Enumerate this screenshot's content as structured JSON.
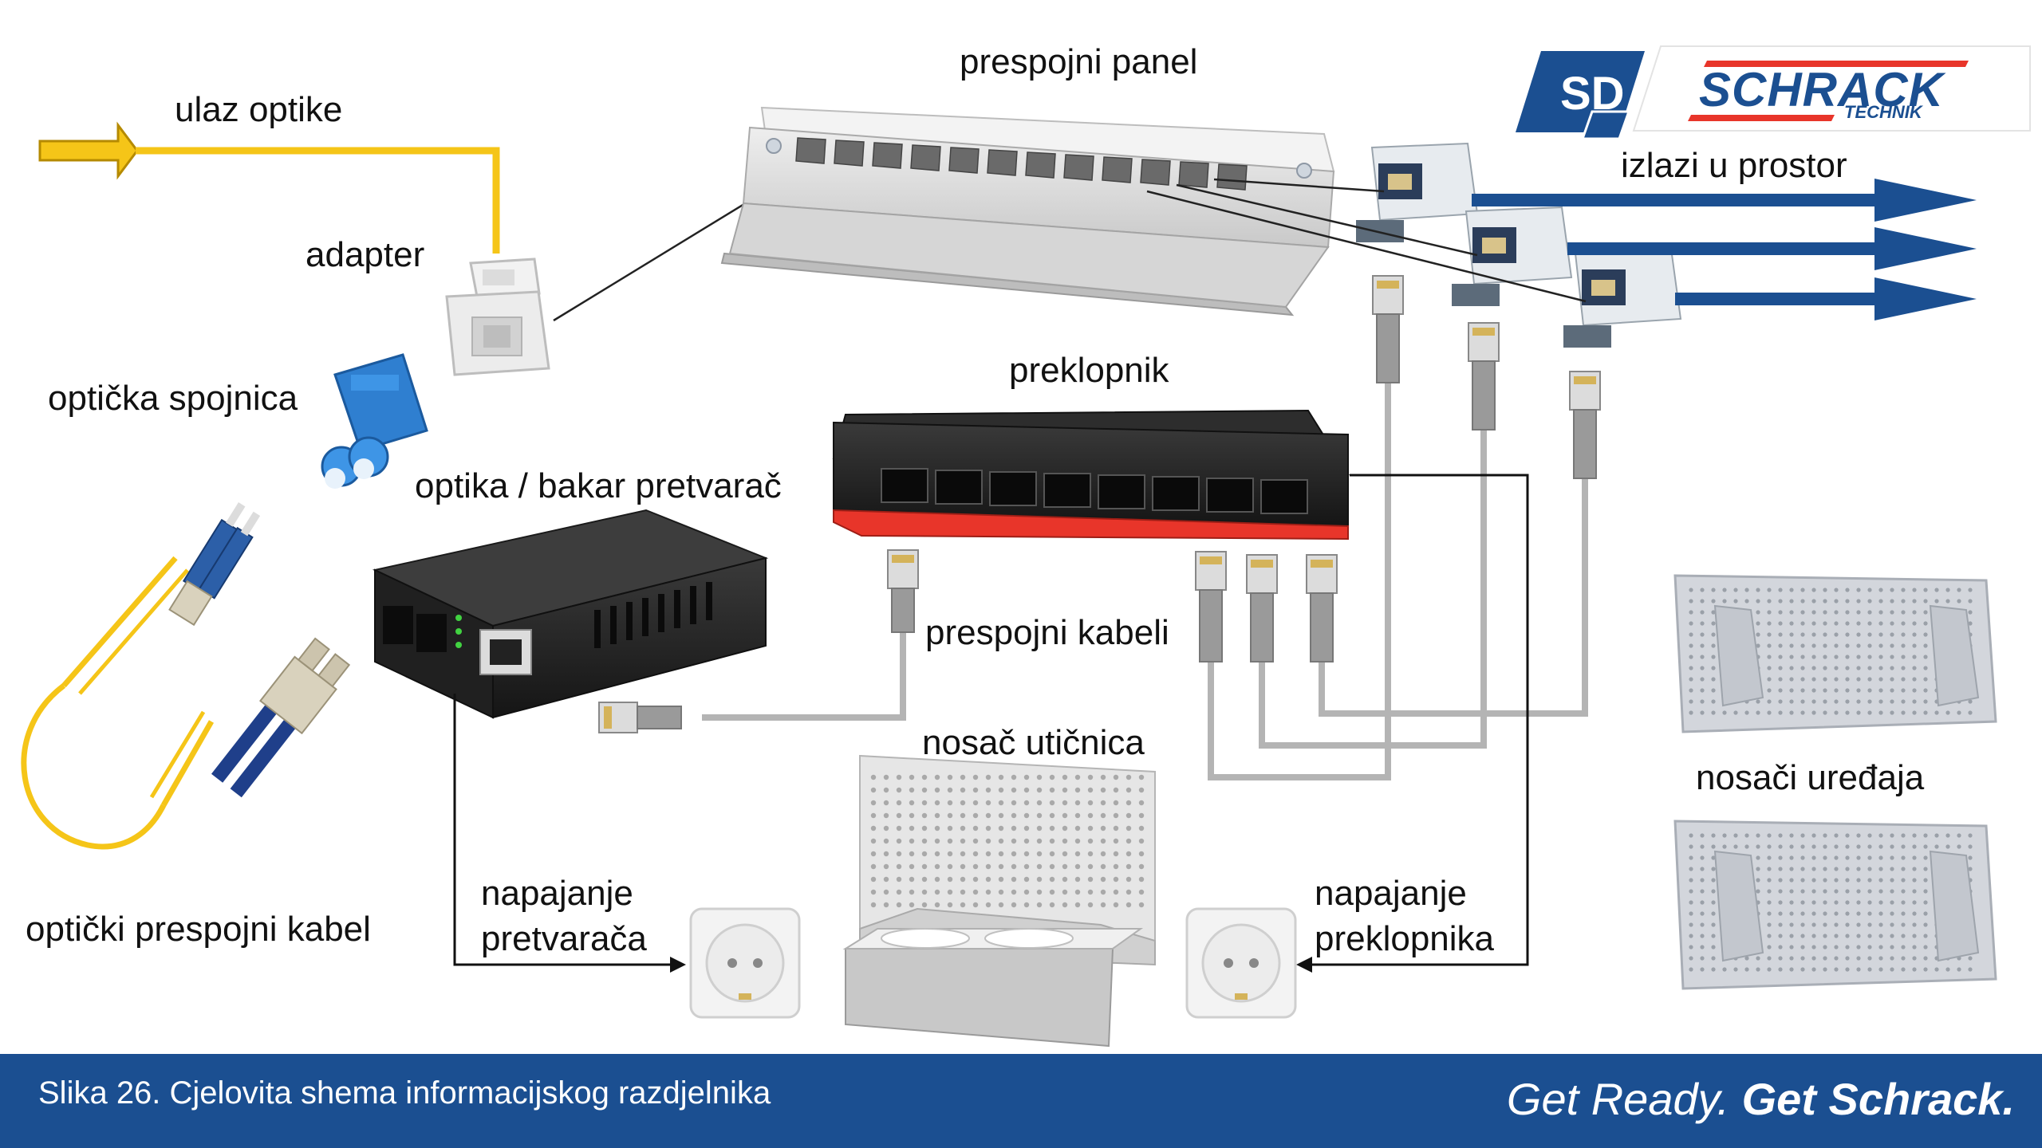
{
  "labels": {
    "fiber_input": "ulaz optike",
    "adapter": "adapter",
    "fiber_coupler": "optička spojnica",
    "media_converter": "optika / bakar pretvarač",
    "fiber_patch_cable": "optički prespojni kabel",
    "patch_panel": "prespojni panel",
    "room_outputs": "izlazi u prostor",
    "switch": "preklopnik",
    "patch_cables": "prespojni kabeli",
    "socket_holder": "nosač utičnica",
    "device_holders": "nosači uređaja",
    "converter_power_line1": "napajanje",
    "converter_power_line2": "pretvarača",
    "switch_power_line1": "napajanje",
    "switch_power_line2": "preklopnika"
  },
  "logo": {
    "sd": "SD",
    "brand": "SCHRACK",
    "sub": "TECHNIK"
  },
  "footer": {
    "caption": "Slika 26. Cjelovita shema informacijskog razdjelnika",
    "slogan_part1": "Get Ready.",
    "slogan_part2": "Get Schrack."
  },
  "colors": {
    "footer_bg": "#1b4f91",
    "fiber_yellow": "#f5c518",
    "output_arrow_blue": "#1b4f91",
    "cable_gray": "#b4b4b4",
    "switch_accent_red": "#e8352a",
    "coupler_blue": "#2f7fd0"
  },
  "icons": {
    "fiber_input_arrow": "arrow-right-icon",
    "room_output_arrows": "arrow-right-icon",
    "logo_mark": "schrack-logo-icon"
  }
}
